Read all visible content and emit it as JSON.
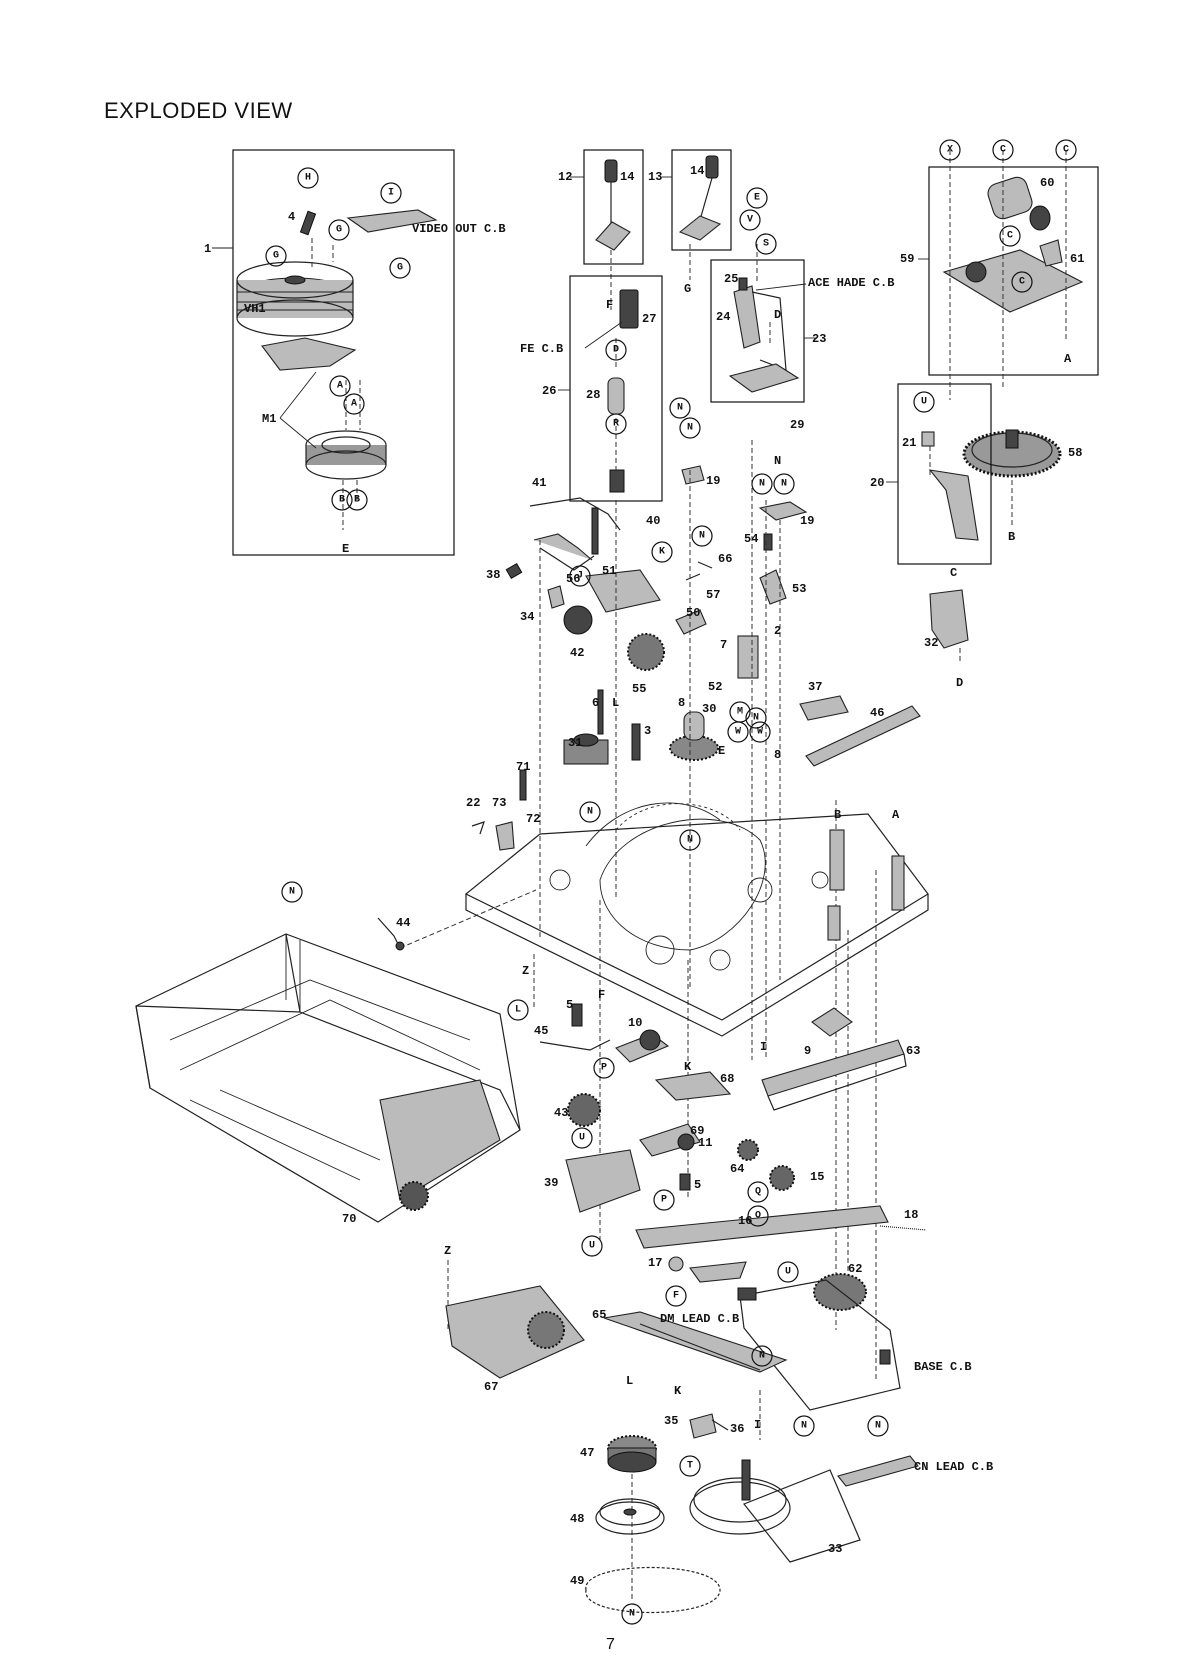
{
  "page": {
    "title": "EXPLODED VIEW",
    "page_number": "7"
  },
  "boards": {
    "video_out": "VIDEO OUT C.B",
    "fe": "FE C.B",
    "ace_head": "ACE HADE C.B",
    "dm_lead": "DM LEAD C.B",
    "base": "BASE C.B",
    "cn_lead": "CN LEAD C.B"
  },
  "part_labels": {
    "p1": "1",
    "vh1": "VH1",
    "m1": "M1",
    "p4": "4",
    "p12": "12",
    "p14a": "14",
    "p13": "13",
    "p14b": "14",
    "p27": "27",
    "p26": "26",
    "p28": "28",
    "p25": "25",
    "p24": "24",
    "p23": "23",
    "p29": "29",
    "p59": "59",
    "p60": "60",
    "p61": "61",
    "p58": "58",
    "p20": "20",
    "p21": "21",
    "p32": "32",
    "p41": "41",
    "p40": "40",
    "p19a": "19",
    "p19b": "19",
    "p38": "38",
    "p56": "56",
    "p51": "51",
    "p66": "66",
    "p54": "54",
    "p53": "53",
    "p34": "34",
    "p57": "57",
    "p50": "50",
    "p2": "2",
    "p42": "42",
    "p7": "7",
    "p52": "52",
    "p55": "55",
    "p8a": "8",
    "p37": "37",
    "p6": "6",
    "p30": "30",
    "p46": "46",
    "p31": "31",
    "p3": "3",
    "p71": "71",
    "p8b": "8",
    "p22": "22",
    "p73": "73",
    "p72": "72",
    "p44": "44",
    "p5a": "5",
    "p45": "45",
    "p10": "10",
    "p9": "9",
    "p63": "63",
    "p68": "68",
    "p43": "43",
    "p69": "69",
    "p11": "11",
    "p64": "64",
    "p15": "15",
    "p70": "70",
    "p39": "39",
    "p5b": "5",
    "p16": "16",
    "p18": "18",
    "p17": "17",
    "p62": "62",
    "p65": "65",
    "p67": "67",
    "p35": "35",
    "p36": "36",
    "p47": "47",
    "p48": "48",
    "p33": "33",
    "p49": "49"
  },
  "letter_labels": {
    "e1": "E",
    "f1": "F",
    "g1": "G",
    "a1": "A",
    "b1": "B",
    "c1": "C",
    "d1": "D",
    "d2": "D",
    "n1": "N",
    "l1": "L",
    "e2": "E",
    "b2": "B",
    "a2": "A",
    "z1": "Z",
    "f2": "F",
    "k1": "K",
    "i1": "I",
    "z2": "Z",
    "l2": "L",
    "k2": "K",
    "i2": "I"
  },
  "callouts": {
    "c_h": "H",
    "c_i": "I",
    "c_g1": "G",
    "c_g2": "G",
    "c_g3": "G",
    "c_a1": "A",
    "c_a2": "A",
    "c_b1": "B",
    "c_b2": "B",
    "c_e": "E",
    "c_v1": "V",
    "c_s": "S",
    "c_d": "D",
    "c_r": "R",
    "c_x": "X",
    "c_c1": "C",
    "c_c2": "C",
    "c_c3": "C",
    "c_c4": "C",
    "c_u1": "U",
    "c_n1": "N",
    "c_n2": "N",
    "c_n3": "N",
    "c_n4": "N",
    "c_k": "K",
    "c_j": "J",
    "c_n5": "N",
    "c_m1": "M",
    "c_n6": "N",
    "c_n7": "N",
    "c_w1": "W",
    "c_w2": "W",
    "c_n8": "N",
    "c_l": "L",
    "c_p1": "P",
    "c_u2": "U",
    "c_q": "Q",
    "c_p2": "P",
    "c_o": "O",
    "c_u3": "U",
    "c_u4": "U",
    "c_f": "F",
    "c_n9": "N",
    "c_n10": "N",
    "c_n11": "N",
    "c_t": "T",
    "c_n12": "N"
  }
}
